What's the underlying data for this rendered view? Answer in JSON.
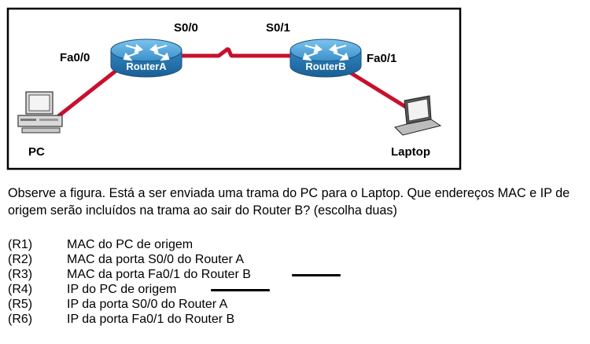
{
  "diagram": {
    "routers": [
      {
        "id": "router-a",
        "label": "RouterA"
      },
      {
        "id": "router-b",
        "label": "RouterB"
      }
    ],
    "interfaces": {
      "router_a_fa": "Fa0/0",
      "router_a_serial": "S0/0",
      "router_b_serial": "S0/1",
      "router_b_fa": "Fa0/1"
    },
    "hosts": {
      "pc": "PC",
      "laptop": "Laptop"
    },
    "colors": {
      "ethernet_link": "#c8102e",
      "serial_link": "#c8102e",
      "router_body": "#2b7fb8",
      "router_top": "#4aa3d8"
    }
  },
  "question": {
    "text": "Observe a figura. Está a ser enviada uma trama do PC para o Laptop. Que endereços MAC e IP de origem serão incluídos na trama ao sair do Router B? (escolha duas)"
  },
  "options": [
    {
      "code": "(R1)",
      "text": "MAC do PC de origem",
      "marked": false
    },
    {
      "code": "(R2)",
      "text": "MAC da porta S0/0 do Router A",
      "marked": false
    },
    {
      "code": "(R3)",
      "text": "MAC da porta Fa0/1 do Router B",
      "marked": true
    },
    {
      "code": "(R4)",
      "text": "IP do PC de origem",
      "marked": true
    },
    {
      "code": "(R5)",
      "text": "IP da porta S0/0 do Router A",
      "marked": false
    },
    {
      "code": "(R6)",
      "text": "IP da porta Fa0/1 do Router B",
      "marked": false
    }
  ]
}
